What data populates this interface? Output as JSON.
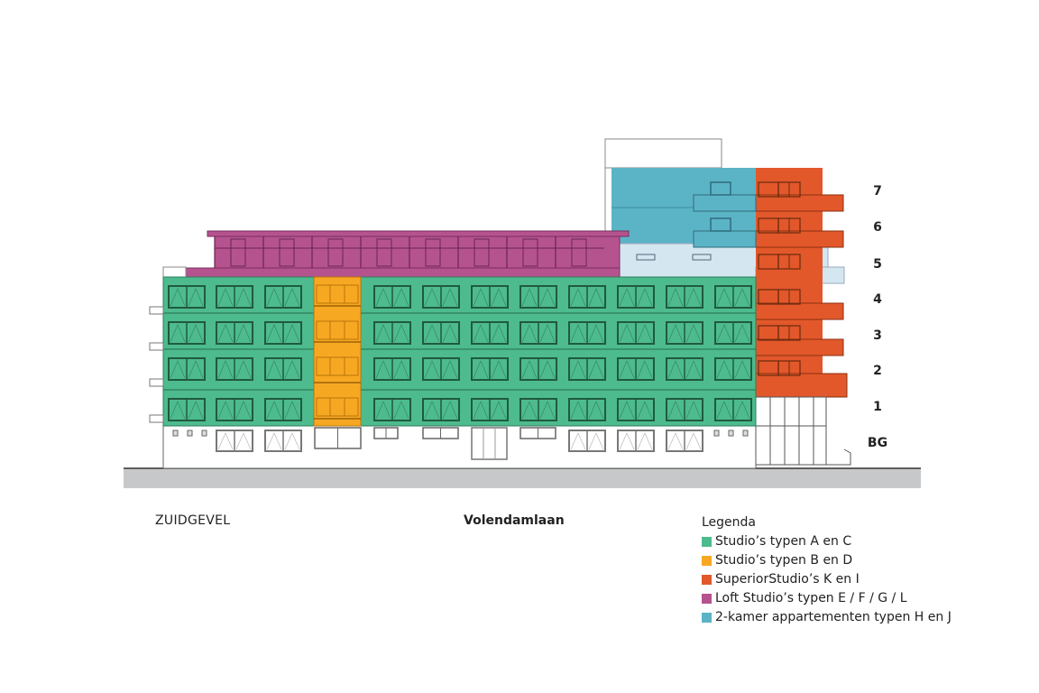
{
  "facade_title": "ZUIDGEVEL",
  "street_name": "Volendamlaan",
  "floor_labels": [
    "7",
    "6",
    "5",
    "4",
    "3",
    "2",
    "1",
    "BG"
  ],
  "legend": {
    "title": "Legenda",
    "items": [
      {
        "label": "Studio’s typen A en C",
        "color": "#4dbb8e"
      },
      {
        "label": "Studio’s typen B en D",
        "color": "#f7a823"
      },
      {
        "label": "SuperiorStudio’s K en I",
        "color": "#e2582a"
      },
      {
        "label": "Loft Studio’s typen E / F / G / L",
        "color": "#b5538f"
      },
      {
        "label": "2-kamer appartementen typen H en J",
        "color": "#5bb3c6"
      }
    ]
  },
  "colors": {
    "light_blue": "#d4e6f0",
    "ground": "#c6c8ca",
    "line": "#333333"
  }
}
